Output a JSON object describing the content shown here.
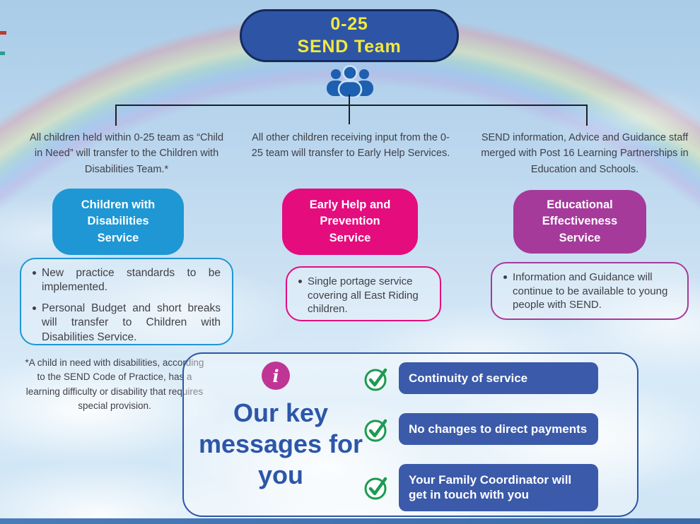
{
  "colors": {
    "title_bg": "#2e55a5",
    "title_text": "#f4e93c",
    "title_border": "#172a5e",
    "team_blue": "#1d5fb0",
    "blue_service": "#1e97d4",
    "pink_service": "#e50c7e",
    "purple_service": "#a53a9b",
    "message_box": "#3b5aa9",
    "heading_blue": "#2c56a8",
    "check_green": "#1c9b52",
    "info_icon_bg": "#bf3596",
    "line_color": "#202024",
    "body_text": "#3f3f46"
  },
  "header": {
    "title": "0-25\nSEND Team"
  },
  "branches": [
    {
      "intro": "All children held within 0-25 team as “Child in Need” will transfer to the Children with Disabilities Team.*",
      "service": "Children with\nDisabilities\nService",
      "bullets": [
        "New practice standards to be implemented.",
        "Personal Budget and short breaks will transfer to Children with Disabilities Service."
      ],
      "footnote": "*A child in need with disabilities, according to the SEND Code of Practice, has a learning difficulty or disability that requires special provision."
    },
    {
      "intro": "All other children receiving input from the 0-25 team will transfer to Early Help Services.",
      "service": "Early Help and\nPrevention\nService",
      "bullets": [
        "Single portage service covering all East Riding children."
      ]
    },
    {
      "intro": "SEND information, Advice and Guidance staff merged with Post 16 Learning Partnerships in Education and Schools.",
      "service": "Educational\nEffectiveness\nService",
      "bullets": [
        "Information and Guidance will continue to be available to young people with SEND."
      ]
    }
  ],
  "key_messages": {
    "info_icon": "i",
    "heading": "Our key messages for you",
    "items": [
      "Continuity of service",
      "No changes to direct payments",
      "Your Family Coordinator will get in touch with you"
    ]
  }
}
